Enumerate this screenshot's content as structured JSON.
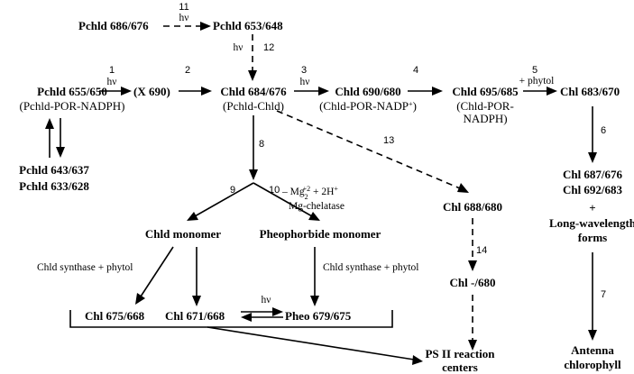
{
  "nodes": {
    "pchld_686": "Pchld 686/676",
    "pchld_653": "Pchld 653/648",
    "pchld_655": "Pchld 655/650",
    "pchld_655_sub": "(Pchld-POR-NADPH)",
    "x690": "(X 690)",
    "chld_684": "Chld 684/676",
    "chld_684_sub": "(Pchld-Chld)",
    "chld_690": "Chld 690/680",
    "chld_690_sub_a": "(Chld-POR-NADP",
    "chld_690_sub_sup": "+",
    "chld_690_sub_b": ")",
    "chld_695": "Chld 695/685",
    "chld_695_sub1": "(Chld-POR-",
    "chld_695_sub2": "NADPH)",
    "chl_683": "Chl 683/670",
    "pchld_643": "Pchld 643/637",
    "pchld_633": "Pchld 633/628",
    "chl_687": "Chl 687/676",
    "chl_692": "Chl 692/683",
    "plus": "+",
    "long_wave1": "Long-wavelength",
    "long_wave2": "forms",
    "chl_688": "Chl 688/680",
    "chld_monomer": "Chld monomer",
    "pheophorbide_monomer": "Pheophorbide monomer",
    "chl_680": "Chl -/680",
    "chl_675": "Chl 675/668",
    "chl_671": "Chl 671/668",
    "pheo_679": "Pheo 679/675",
    "ps2_1": "PS II reaction",
    "ps2_2": "centers",
    "antenna1": "Antenna",
    "antenna2": "chlorophyll"
  },
  "labels": {
    "hv": "hν",
    "plus_phytol": "+ phytol",
    "mg_prefix": "– Mg",
    "mg_sub": "2",
    "mg_sup": "+2",
    "mg_suffix": " + 2H",
    "h_sup": "+",
    "mg_chelatase": "Mg-chelatase",
    "chld_synthase_left": "Chld synthase + phytol",
    "chld_synthase_right": "Chld synthase + phytol"
  },
  "steps": {
    "s1": "1",
    "s2": "2",
    "s3": "3",
    "s4": "4",
    "s5": "5",
    "s6": "6",
    "s7": "7",
    "s8": "8",
    "s9": "9",
    "s10": "10",
    "s11": "11",
    "s12": "12",
    "s13": "13",
    "s14": "14"
  }
}
